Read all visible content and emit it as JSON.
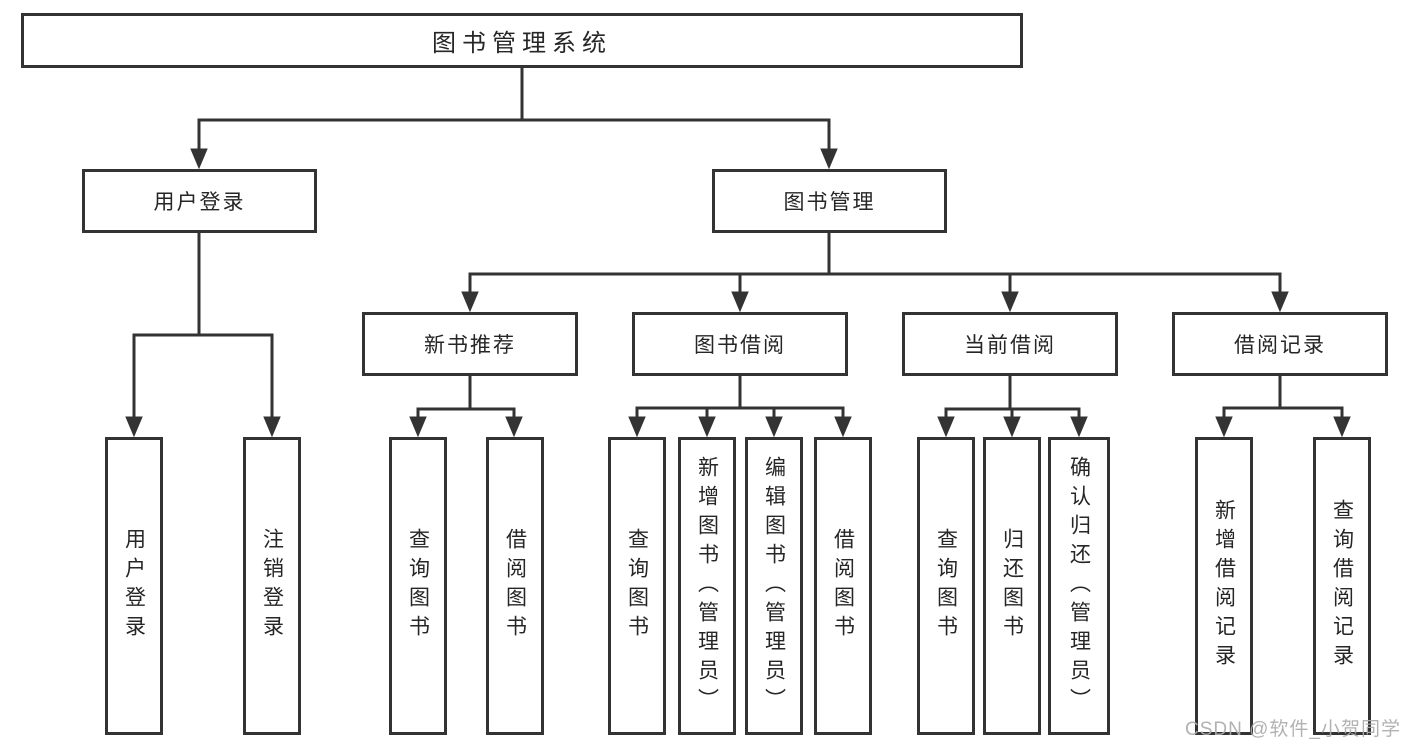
{
  "diagram": {
    "root_label": "图书管理系统",
    "user_branch": {
      "label": "用户登录",
      "children": [
        {
          "label": "用户登录"
        },
        {
          "label": "注销登录"
        }
      ]
    },
    "book_branch": {
      "label": "图书管理",
      "children": [
        {
          "label": "新书推荐",
          "children": [
            {
              "label": "查询图书"
            },
            {
              "label": "借阅图书"
            }
          ]
        },
        {
          "label": "图书借阅",
          "children": [
            {
              "label": "查询图书"
            },
            {
              "label": "新增图书（管理员）"
            },
            {
              "label": "编辑图书（管理员）"
            },
            {
              "label": "借阅图书"
            }
          ]
        },
        {
          "label": "当前借阅",
          "children": [
            {
              "label": "查询图书"
            },
            {
              "label": "归还图书"
            },
            {
              "label": "确认归还（管理员）"
            }
          ]
        },
        {
          "label": "借阅记录",
          "children": [
            {
              "label": "新增借阅记录"
            },
            {
              "label": "查询借阅记录"
            }
          ]
        }
      ]
    },
    "watermark": "CSDN @软件_小贺同学",
    "colors": {
      "line": "#333333",
      "text": "#262626",
      "box_background": "#ffffff",
      "watermark": "#ababab"
    }
  }
}
